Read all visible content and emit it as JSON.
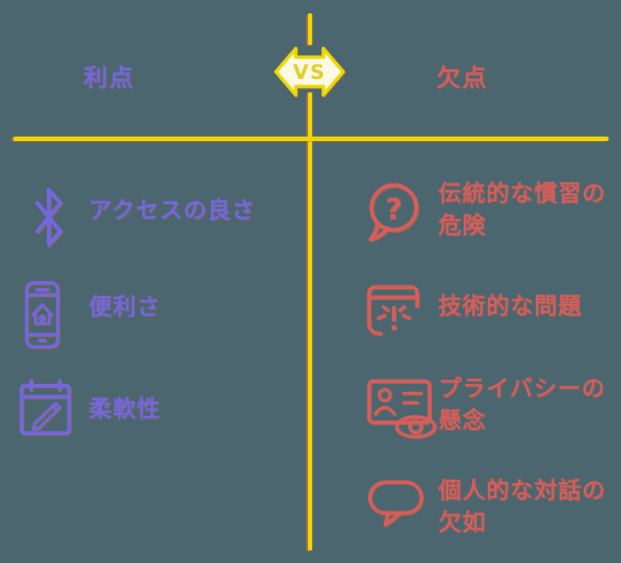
{
  "title": "利点 vs 欠点 比較図",
  "colors": {
    "bg": "#4c6670",
    "purple": "#7466e2",
    "red": "#d85c5a",
    "yellow": "#eed702",
    "badge_fill": "#fcf9e6",
    "badge_text": "#e0cd28"
  },
  "badge": {
    "label": "VS",
    "icon": "double-arrow-icon"
  },
  "columns": {
    "left": {
      "title": "利点",
      "items": [
        {
          "icon": "bluetooth-icon",
          "label": "アクセスの良さ"
        },
        {
          "icon": "smartphone-home-icon",
          "label": "便利さ"
        },
        {
          "icon": "calendar-pencil-icon",
          "label": "柔軟性"
        }
      ]
    },
    "right": {
      "title": "欠点",
      "items": [
        {
          "icon": "question-bubble-icon",
          "label": "伝統的な慣習の危険"
        },
        {
          "icon": "browser-alert-icon",
          "label": "技術的な問題"
        },
        {
          "icon": "id-card-eye-icon",
          "label": "プライバシーの懸念"
        },
        {
          "icon": "speech-bubble-icon",
          "label": "個人的な対話の欠如"
        }
      ]
    }
  }
}
